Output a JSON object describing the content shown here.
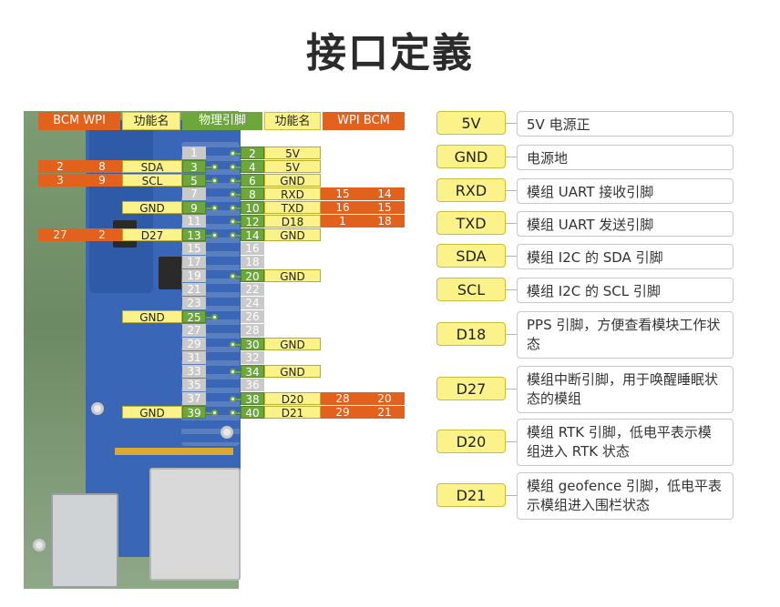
{
  "title": "接口定義",
  "header": {
    "left_bcm_wpi": "BCM  WPI",
    "left_function": "功能名",
    "center_pin": "物理引脚",
    "right_function": "功能名",
    "right_wpi_bcm": "WPI  BCM"
  },
  "left_pins": [
    {
      "pin": "1",
      "func": "",
      "bcm": "",
      "wpi": "",
      "active": false
    },
    {
      "pin": "3",
      "func": "SDA",
      "bcm": "2",
      "wpi": "8",
      "active": true
    },
    {
      "pin": "5",
      "func": "SCL",
      "bcm": "3",
      "wpi": "9",
      "active": true
    },
    {
      "pin": "7",
      "func": "",
      "bcm": "",
      "wpi": "",
      "active": false
    },
    {
      "pin": "9",
      "func": "GND",
      "bcm": "",
      "wpi": "",
      "active": true
    },
    {
      "pin": "11",
      "func": "",
      "bcm": "",
      "wpi": "",
      "active": false
    },
    {
      "pin": "13",
      "func": "D27",
      "bcm": "27",
      "wpi": "2",
      "active": true
    },
    {
      "pin": "15",
      "func": "",
      "bcm": "",
      "wpi": "",
      "active": false
    },
    {
      "pin": "17",
      "func": "",
      "bcm": "",
      "wpi": "",
      "active": false
    },
    {
      "pin": "19",
      "func": "",
      "bcm": "",
      "wpi": "",
      "active": false
    },
    {
      "pin": "21",
      "func": "",
      "bcm": "",
      "wpi": "",
      "active": false
    },
    {
      "pin": "23",
      "func": "",
      "bcm": "",
      "wpi": "",
      "active": false
    },
    {
      "pin": "25",
      "func": "GND",
      "bcm": "",
      "wpi": "",
      "active": true
    },
    {
      "pin": "27",
      "func": "",
      "bcm": "",
      "wpi": "",
      "active": false
    },
    {
      "pin": "29",
      "func": "",
      "bcm": "",
      "wpi": "",
      "active": false
    },
    {
      "pin": "31",
      "func": "",
      "bcm": "",
      "wpi": "",
      "active": false
    },
    {
      "pin": "33",
      "func": "",
      "bcm": "",
      "wpi": "",
      "active": false
    },
    {
      "pin": "35",
      "func": "",
      "bcm": "",
      "wpi": "",
      "active": false
    },
    {
      "pin": "37",
      "func": "",
      "bcm": "",
      "wpi": "",
      "active": false
    },
    {
      "pin": "39",
      "func": "GND",
      "bcm": "",
      "wpi": "",
      "active": true
    }
  ],
  "right_pins": [
    {
      "pin": "2",
      "func": "5V",
      "wpi": "",
      "bcm": "",
      "active": true
    },
    {
      "pin": "4",
      "func": "5V",
      "wpi": "",
      "bcm": "",
      "active": true
    },
    {
      "pin": "6",
      "func": "GND",
      "wpi": "",
      "bcm": "",
      "active": true
    },
    {
      "pin": "8",
      "func": "RXD",
      "wpi": "15",
      "bcm": "14",
      "active": true
    },
    {
      "pin": "10",
      "func": "TXD",
      "wpi": "16",
      "bcm": "15",
      "active": true
    },
    {
      "pin": "12",
      "func": "D18",
      "wpi": "1",
      "bcm": "18",
      "active": true
    },
    {
      "pin": "14",
      "func": "GND",
      "wpi": "",
      "bcm": "",
      "active": true
    },
    {
      "pin": "16",
      "func": "",
      "wpi": "",
      "bcm": "",
      "active": false
    },
    {
      "pin": "18",
      "func": "",
      "wpi": "",
      "bcm": "",
      "active": false
    },
    {
      "pin": "20",
      "func": "GND",
      "wpi": "",
      "bcm": "",
      "active": true
    },
    {
      "pin": "22",
      "func": "",
      "wpi": "",
      "bcm": "",
      "active": false
    },
    {
      "pin": "24",
      "func": "",
      "wpi": "",
      "bcm": "",
      "active": false
    },
    {
      "pin": "26",
      "func": "",
      "wpi": "",
      "bcm": "",
      "active": false
    },
    {
      "pin": "28",
      "func": "",
      "wpi": "",
      "bcm": "",
      "active": false
    },
    {
      "pin": "30",
      "func": "GND",
      "wpi": "",
      "bcm": "",
      "active": true
    },
    {
      "pin": "32",
      "func": "",
      "wpi": "",
      "bcm": "",
      "active": false
    },
    {
      "pin": "34",
      "func": "GND",
      "wpi": "",
      "bcm": "",
      "active": true
    },
    {
      "pin": "36",
      "func": "",
      "wpi": "",
      "bcm": "",
      "active": false
    },
    {
      "pin": "38",
      "func": "D20",
      "wpi": "28",
      "bcm": "20",
      "active": true
    },
    {
      "pin": "40",
      "func": "D21",
      "wpi": "29",
      "bcm": "21",
      "active": true
    }
  ],
  "legend": [
    {
      "name": "5V",
      "desc": "5V 电源正"
    },
    {
      "name": "GND",
      "desc": "电源地"
    },
    {
      "name": "RXD",
      "desc": "模组 UART 接收引脚"
    },
    {
      "name": "TXD",
      "desc": "模组 UART 发送引脚"
    },
    {
      "name": "SDA",
      "desc": "模组 I2C 的 SDA 引脚"
    },
    {
      "name": "SCL",
      "desc": "模组 I2C 的 SCL 引脚"
    },
    {
      "name": "D18",
      "desc": "PPS 引脚，方便查看模块工作状态"
    },
    {
      "name": "D27",
      "desc": "模组中断引脚，用于唤醒睡眠状态的模组"
    },
    {
      "name": "D20",
      "desc": "模组 RTK 引脚，低电平表示模组进入 RTK 状态"
    },
    {
      "name": "D21",
      "desc": "模组 geofence 引脚，低电平表示模组进入围栏状态"
    }
  ],
  "colors": {
    "orange": "#e2621d",
    "yellow": "#fbf38a",
    "green": "#6da73b",
    "grey": "#c9c9c9"
  }
}
